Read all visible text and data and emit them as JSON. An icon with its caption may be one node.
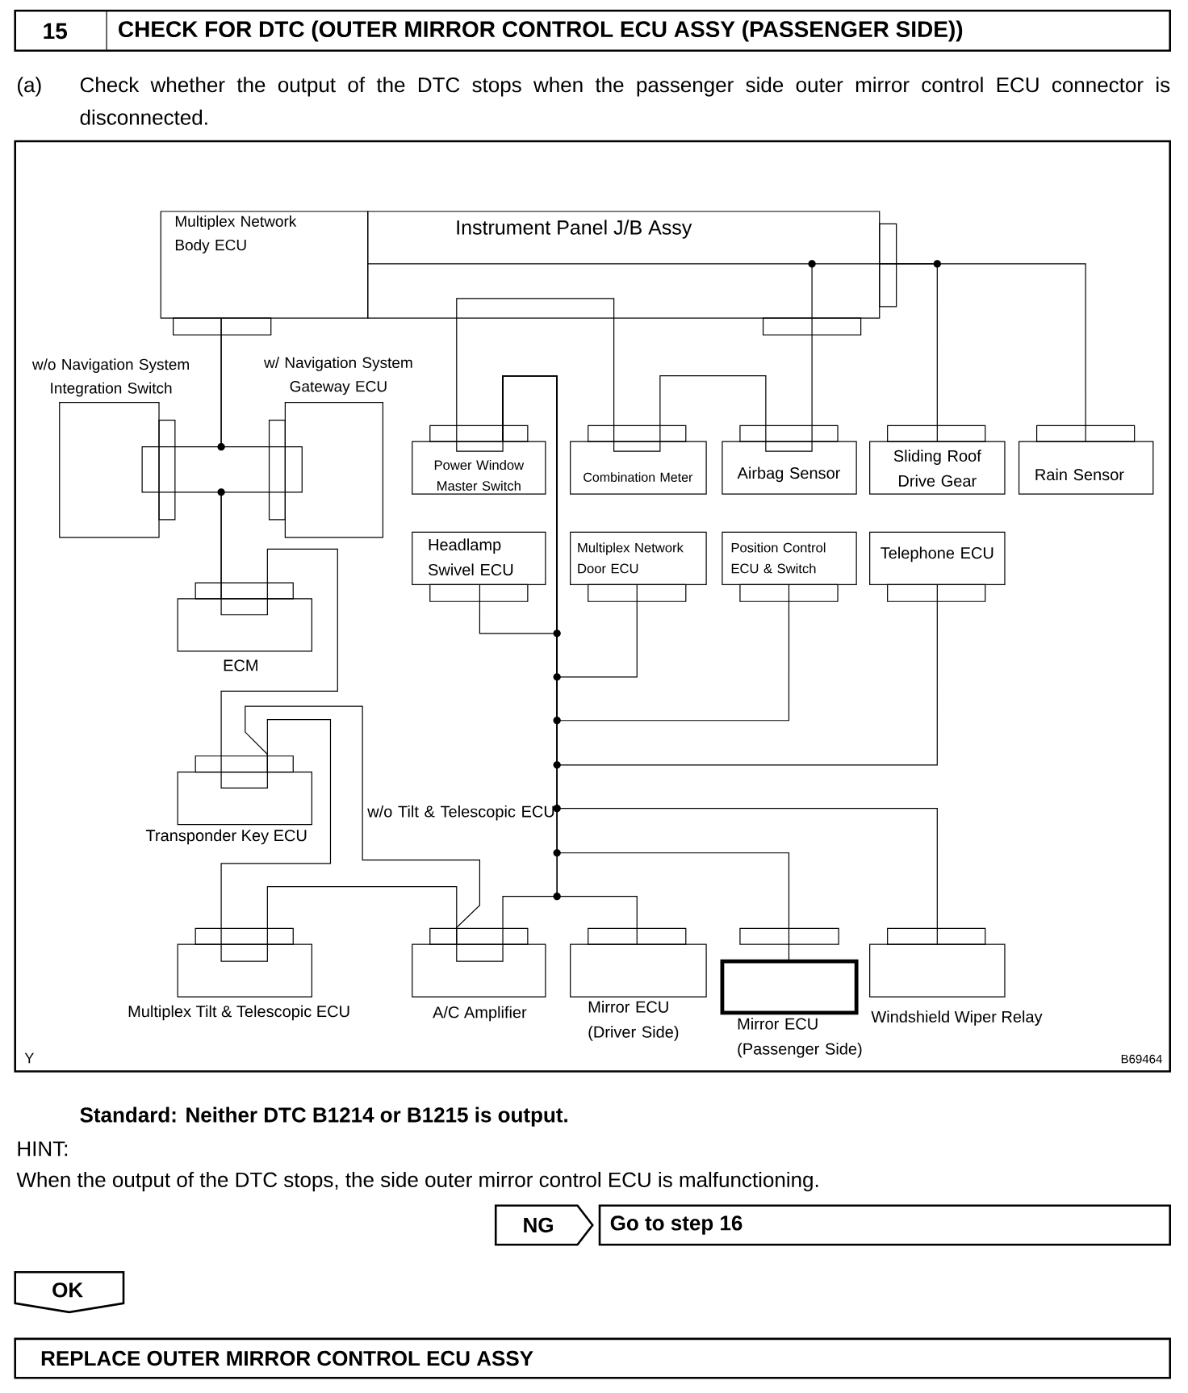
{
  "diagram": {
    "nodes": [
      {
        "text": [
          "15",
          "CHECK FOR DTC (OUTER MIRROR CONTROL ECU ASSY (PASSENGER SIDE))"
        ]
      },
      {
        "text": [
          "Multiplex Network Body ECU"
        ]
      },
      {
        "text": [
          "Instrument Panel J/B Assy"
        ]
      },
      {
        "text": [
          "w/o Navigation System Integration Switch"
        ]
      },
      {
        "text": [
          "w/ Navigation System Gateway ECU"
        ]
      },
      {
        "text": [
          "Power Window Master Switch"
        ]
      },
      {
        "text": [
          "Combination Meter"
        ]
      },
      {
        "text": [
          "Airbag Sensor"
        ]
      },
      {
        "text": [
          "Sliding Roof Drive Gear"
        ]
      },
      {
        "text": [
          "Rain Sensor"
        ]
      },
      {
        "text": [
          "Headlamp Swivel ECU"
        ]
      },
      {
        "text": [
          "Multiplex Network Door ECU"
        ]
      },
      {
        "text": [
          "Position Control ECU & Switch"
        ]
      },
      {
        "text": [
          "Telephone ECU"
        ]
      },
      {
        "text": [
          "ECM"
        ]
      },
      {
        "text": [
          "Transponder Key ECU"
        ]
      },
      {
        "text": [
          "Multiplex Tilt & Telescopic ECU"
        ]
      },
      {
        "text": [
          "A/C Amplifier"
        ]
      },
      {
        "text": [
          "Mirror ECU (Driver Side)"
        ]
      },
      {
        "text": [
          "Mirror ECU (Passenger Side)"
        ]
      },
      {
        "text": [
          "Windshield Wiper Relay"
        ]
      },
      {
        "text": [
          "NG"
        ]
      },
      {
        "text": [
          "Go to step 16"
        ]
      },
      {
        "text": [
          "OK"
        ]
      },
      {
        "text": [
          "REPLACE OUTER MIRROR CONTROL ECU ASSY"
        ]
      }
    ],
    "edges": [
      {
        "from": 1,
        "to": 3,
        "arrow": "none"
      },
      {
        "from": 1,
        "to": 4,
        "arrow": "none"
      },
      {
        "from": 3,
        "to": 14,
        "arrow": "none"
      },
      {
        "from": 4,
        "to": 14,
        "arrow": "none"
      },
      {
        "from": 14,
        "to": 15,
        "arrow": "none"
      },
      {
        "from": 15,
        "to": 16,
        "arrow": "none"
      },
      {
        "from": 15,
        "to": 17,
        "arrow": "none",
        "label": "w/o Tilt & Telescopic ECU"
      },
      {
        "from": 16,
        "to": 17,
        "arrow": "none"
      },
      {
        "from": 2,
        "to": 5,
        "arrow": "none"
      },
      {
        "from": 2,
        "to": 6,
        "arrow": "none"
      },
      {
        "from": 6,
        "to": 7,
        "arrow": "none"
      },
      {
        "from": 2,
        "to": 7,
        "arrow": "none"
      },
      {
        "from": 2,
        "to": 8,
        "arrow": "none"
      },
      {
        "from": 2,
        "to": 9,
        "arrow": "none"
      },
      {
        "from": 10,
        "to": 5,
        "arrow": "none"
      },
      {
        "from": 11,
        "to": 5,
        "arrow": "none"
      },
      {
        "from": 12,
        "to": 5,
        "arrow": "none"
      },
      {
        "from": 13,
        "to": 5,
        "arrow": "none"
      },
      {
        "from": 20,
        "to": 5,
        "arrow": "none"
      },
      {
        "from": 19,
        "to": 5,
        "arrow": "none"
      },
      {
        "from": 18,
        "to": 5,
        "arrow": "none"
      },
      {
        "from": 17,
        "to": 5,
        "arrow": "none"
      }
    ],
    "labels": [
      "(a)",
      "Check whether the output of the DTC stops when the passenger side outer mirror control ECU connector is disconnected.",
      "Y",
      "B69464",
      "Standard: Neither DTC B1214 or B1215 is output.",
      "HINT:",
      "When the output of the DTC stops, the side outer mirror control ECU is malfunctioning."
    ]
  }
}
